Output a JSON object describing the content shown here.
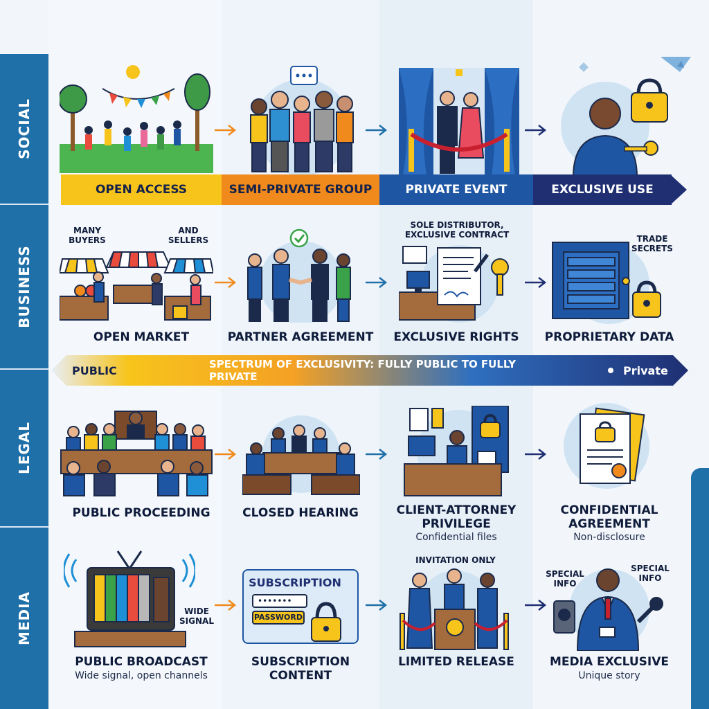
{
  "rows": [
    {
      "label": "SOCIAL"
    },
    {
      "label": "BUSINESS"
    },
    {
      "label": "LEGAL"
    },
    {
      "label": "MEDIA"
    }
  ],
  "social": {
    "steps": [
      "OPEN ACCESS",
      "SEMI-PRIVATE GROUP",
      "PRIVATE EVENT",
      "EXCLUSIVE USE"
    ],
    "colors": [
      "#f7c41c",
      "#f08a1c",
      "#1f56a4",
      "#1f2f72"
    ]
  },
  "business": {
    "steps": [
      "OPEN MARKET",
      "PARTNER AGREEMENT",
      "EXCLUSIVE RIGHTS",
      "PROPRIETARY DATA"
    ],
    "annotations": {
      "many_buyers": [
        "MANY",
        "BUYERS"
      ],
      "and_sellers": [
        "AND",
        "SELLERS"
      ],
      "sole_distributor": [
        "SOLE DISTRIBUTOR,",
        "EXCLUSIVE CONTRACT"
      ],
      "trade_secrets": [
        "TRADE",
        "SECRETS"
      ]
    }
  },
  "spectrum": {
    "left": "PUBLIC",
    "middle": "SPECTRUM OF EXCLUSIVITY: FULLY PUBLIC TO FULLY PRIVATE",
    "right": "Private"
  },
  "legal": {
    "steps": [
      {
        "title": [
          "PUBLIC PROCEEDING"
        ],
        "sub": ""
      },
      {
        "title": [
          "CLOSED HEARING"
        ],
        "sub": ""
      },
      {
        "title": [
          "CLIENT-ATTORNEY",
          "PRIVILEGE"
        ],
        "sub": "Confidential files"
      },
      {
        "title": [
          "CONFIDENTIAL",
          "AGREEMENT"
        ],
        "sub": "Non-disclosure"
      }
    ]
  },
  "media": {
    "steps": [
      {
        "title": [
          "PUBLIC BROADCAST"
        ],
        "sub": "Wide signal, open channels"
      },
      {
        "title": [
          "SUBSCRIPTION",
          "CONTENT"
        ],
        "sub": ""
      },
      {
        "title": [
          "LIMITED RELEASE"
        ],
        "sub": ""
      },
      {
        "title": [
          "MEDIA EXCLUSIVE"
        ],
        "sub": "Unique story"
      }
    ],
    "annotations": {
      "wide_signal": [
        "WIDE",
        "SIGNAL"
      ],
      "subscription": "SUBSCRIPTION",
      "password_dots": "•••••••",
      "password": "PASSWORD",
      "invitation_only": "INVITATION ONLY",
      "special_info_left": [
        "SPECIAL",
        "INFO"
      ],
      "special_info_right": [
        "SPECIAL",
        "INFO"
      ]
    }
  },
  "palette": {
    "yellow": "#f7c41c",
    "orange": "#f08a1c",
    "blue": "#1f56a4",
    "navy": "#1f2f72",
    "sidebar": "#1f6fa8"
  }
}
